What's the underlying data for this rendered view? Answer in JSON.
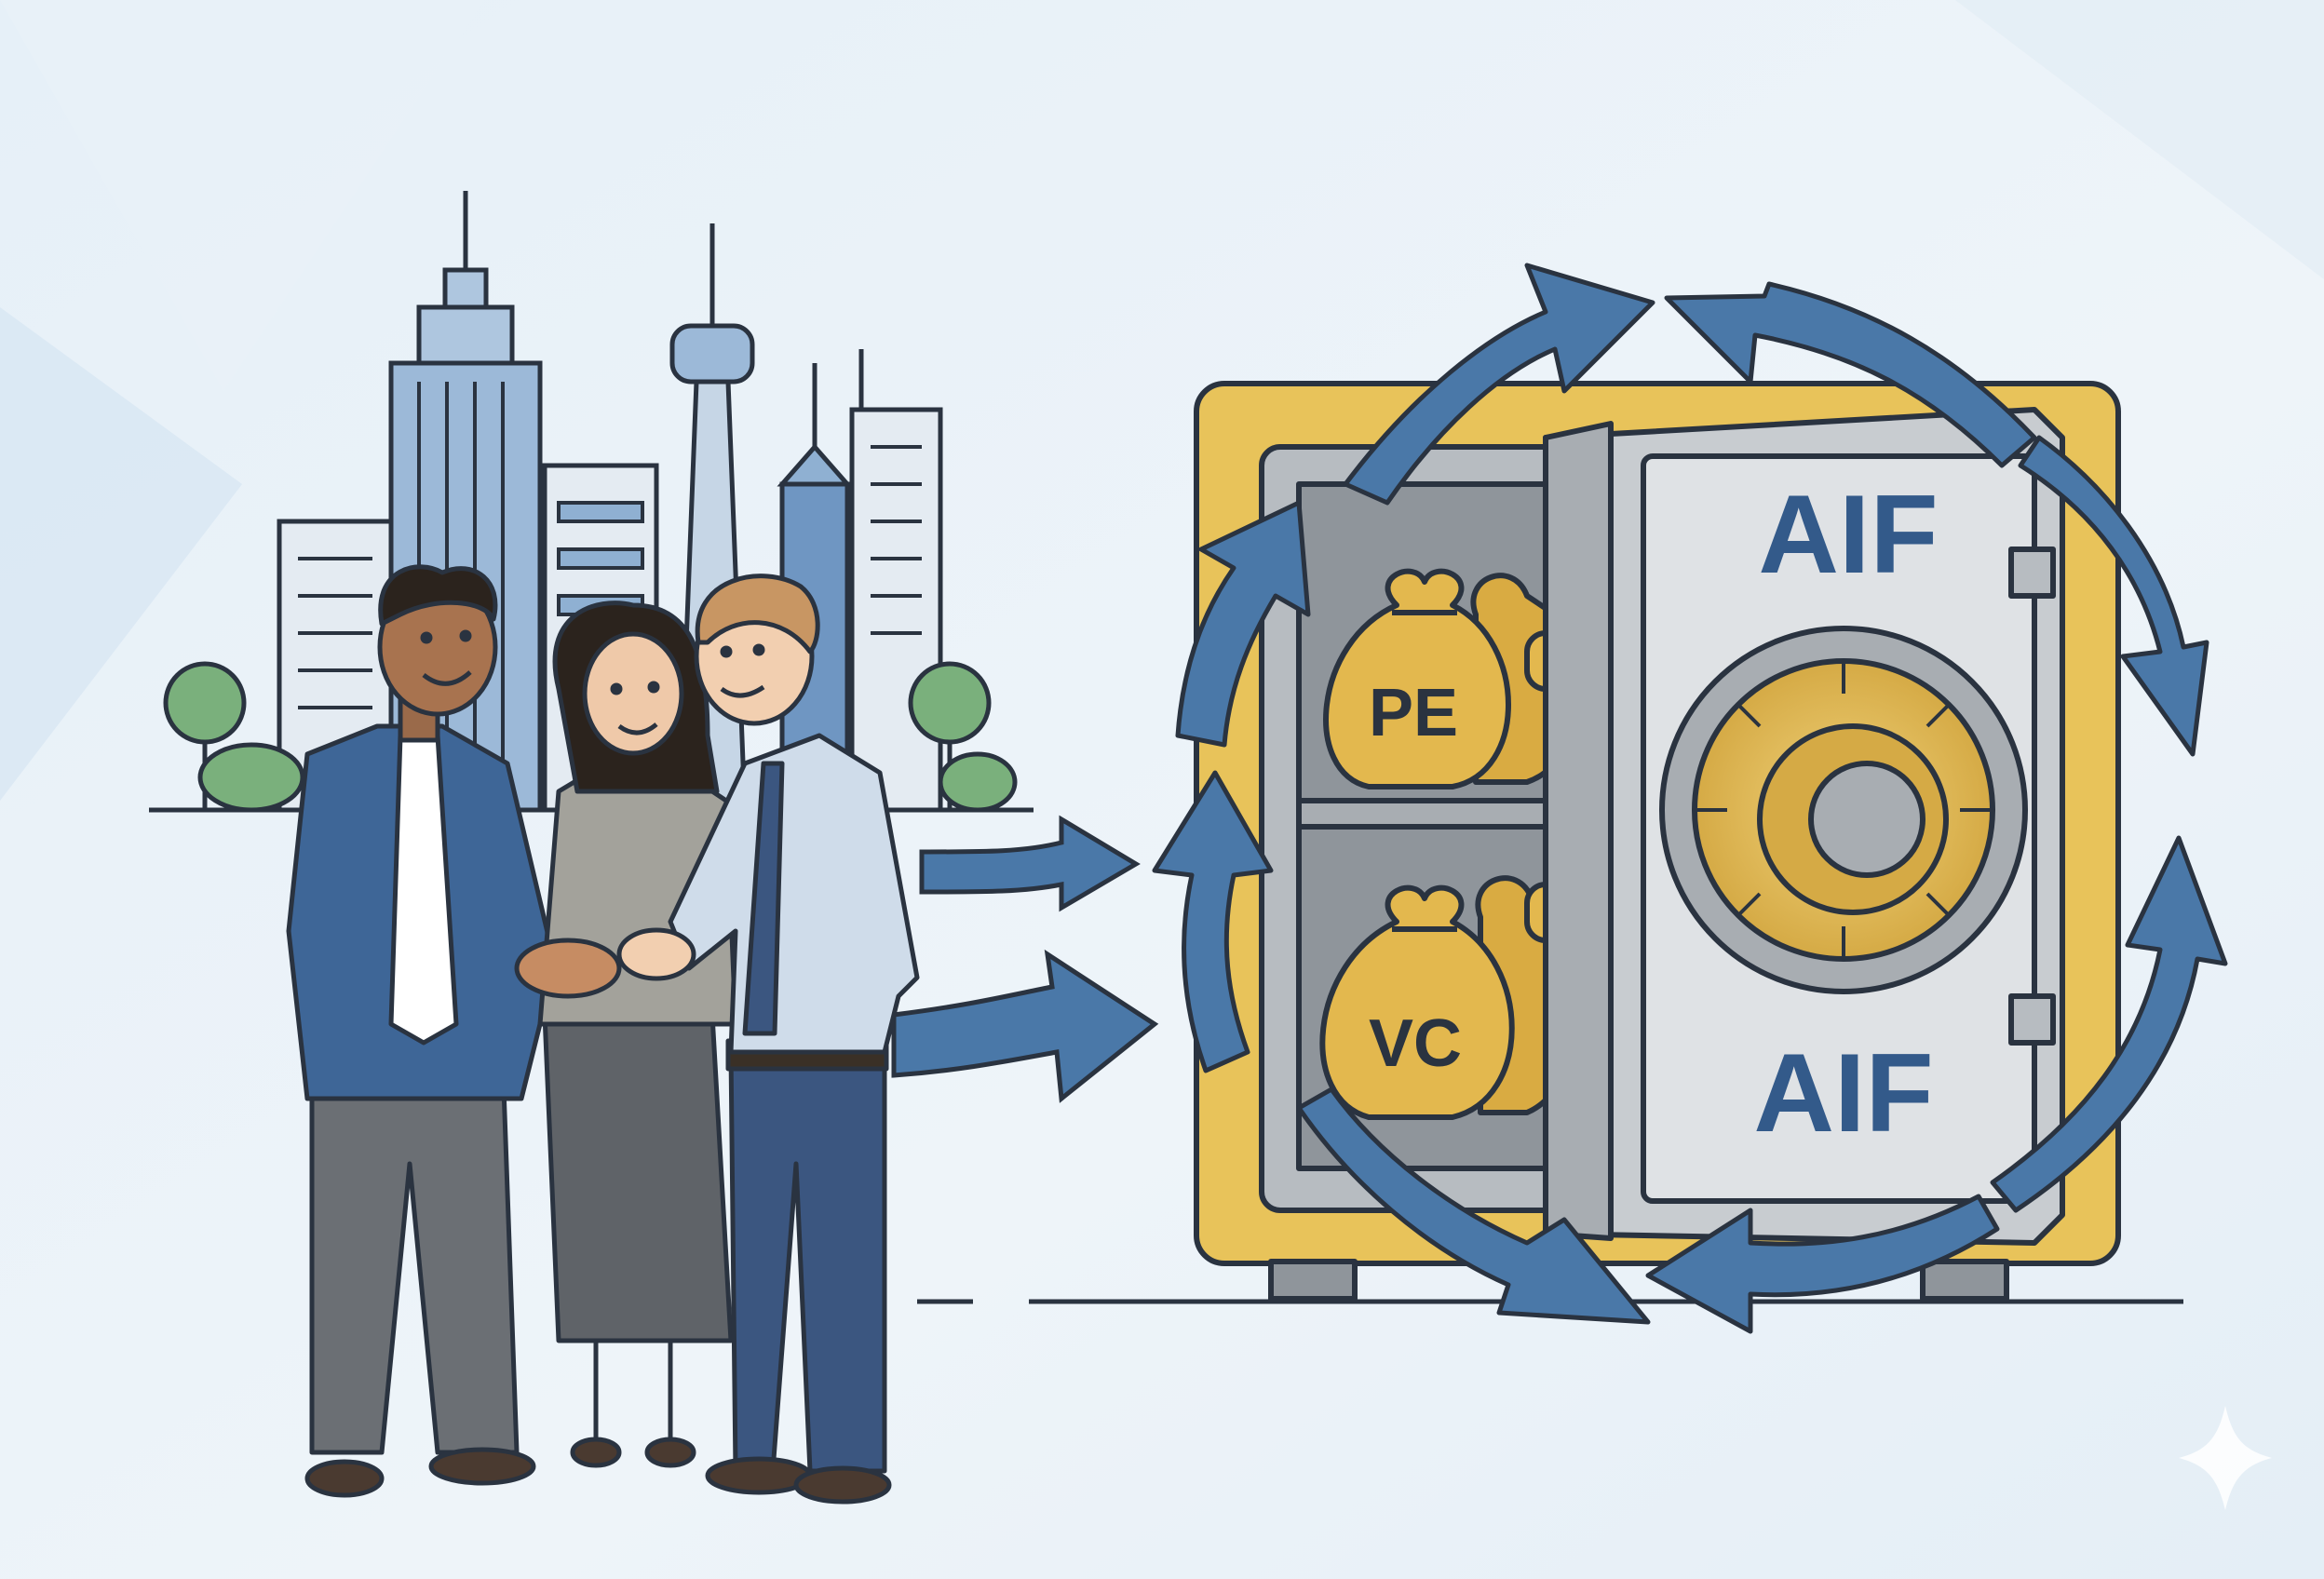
{
  "illustration": {
    "vault": {
      "door_label_top": "AIF",
      "door_label_bottom": "AIF"
    },
    "money_bags": [
      {
        "label": "PE"
      },
      {
        "label": "VC"
      }
    ]
  },
  "colors": {
    "background_light": "#eef4f9",
    "background_shade": "#d6e6f2",
    "gold": "#e8c35a",
    "gold_dark": "#c9a13c",
    "steel": "#c8ccd0",
    "steel_dark": "#8f959b",
    "arrow_blue": "#4a78a8",
    "outline": "#2a3340",
    "suit_blue": "#3e6697",
    "shirt_blue": "#cfdcea",
    "bag": "#e3b84e",
    "tree_green": "#7ab07c"
  },
  "icons": [
    "sparkle-icon"
  ]
}
